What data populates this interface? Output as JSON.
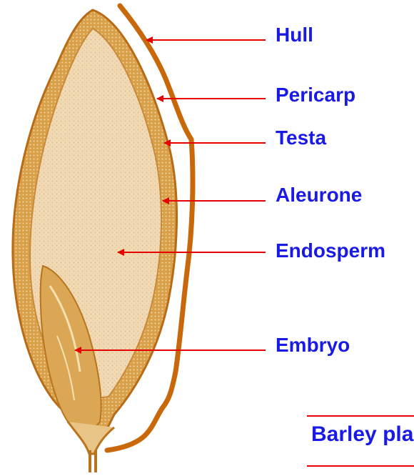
{
  "labels": {
    "hull": "Hull",
    "pericarp": "Pericarp",
    "testa": "Testa",
    "aleurone": "Aleurone",
    "endosperm": "Endosperm",
    "embryo": "Embryo"
  },
  "caption": "Barley plant",
  "colors": {
    "label_text": "#1a1ae6",
    "arrow": "#e60000",
    "hull": "#c8680a",
    "pericarp_band": "#d99a3c",
    "endosperm": "#f0d7ae",
    "embryo": "#d9a553",
    "caption_rule": "#e60000"
  }
}
